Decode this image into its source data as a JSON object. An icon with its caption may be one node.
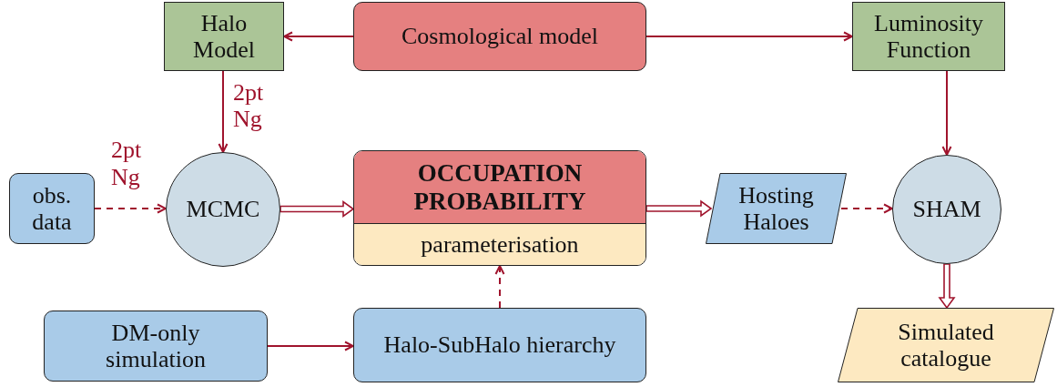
{
  "diagram": {
    "nodes": [
      {
        "text": [
          "Halo Model"
        ]
      },
      {
        "text": [
          "Cosmological model"
        ]
      },
      {
        "text": [
          "Luminosity Function"
        ]
      },
      {
        "text": [
          "obs. data"
        ]
      },
      {
        "text": [
          "MCMC"
        ]
      },
      {
        "text": [
          "OCCUPATION PROBABILITY",
          "parameterisation"
        ]
      },
      {
        "text": [
          "Hosting Haloes"
        ]
      },
      {
        "text": [
          "SHAM"
        ]
      },
      {
        "text": [
          "DM-only simulation"
        ]
      },
      {
        "text": [
          "Halo-SubHalo hierarchy"
        ]
      },
      {
        "text": [
          "Simulated catalogue"
        ]
      }
    ],
    "edges": [
      {
        "from": 1,
        "to": 0,
        "arrow": "to"
      },
      {
        "from": 1,
        "to": 2,
        "arrow": "to"
      },
      {
        "from": 0,
        "to": 4,
        "arrow": "to",
        "label": "2pt Ng"
      },
      {
        "from": 3,
        "to": 4,
        "arrow": "to",
        "label": "2pt Ng",
        "style": "dashed"
      },
      {
        "from": 4,
        "to": 5,
        "arrow": "to",
        "style": "thick"
      },
      {
        "from": 5,
        "to": 6,
        "arrow": "to",
        "style": "thick"
      },
      {
        "from": 6,
        "to": 7,
        "arrow": "to",
        "style": "dashed"
      },
      {
        "from": 2,
        "to": 7,
        "arrow": "to"
      },
      {
        "from": 7,
        "to": 10,
        "arrow": "to",
        "style": "thick"
      },
      {
        "from": 8,
        "to": 9,
        "arrow": "to"
      },
      {
        "from": 9,
        "to": 5,
        "arrow": "to",
        "style": "dashed"
      }
    ]
  }
}
